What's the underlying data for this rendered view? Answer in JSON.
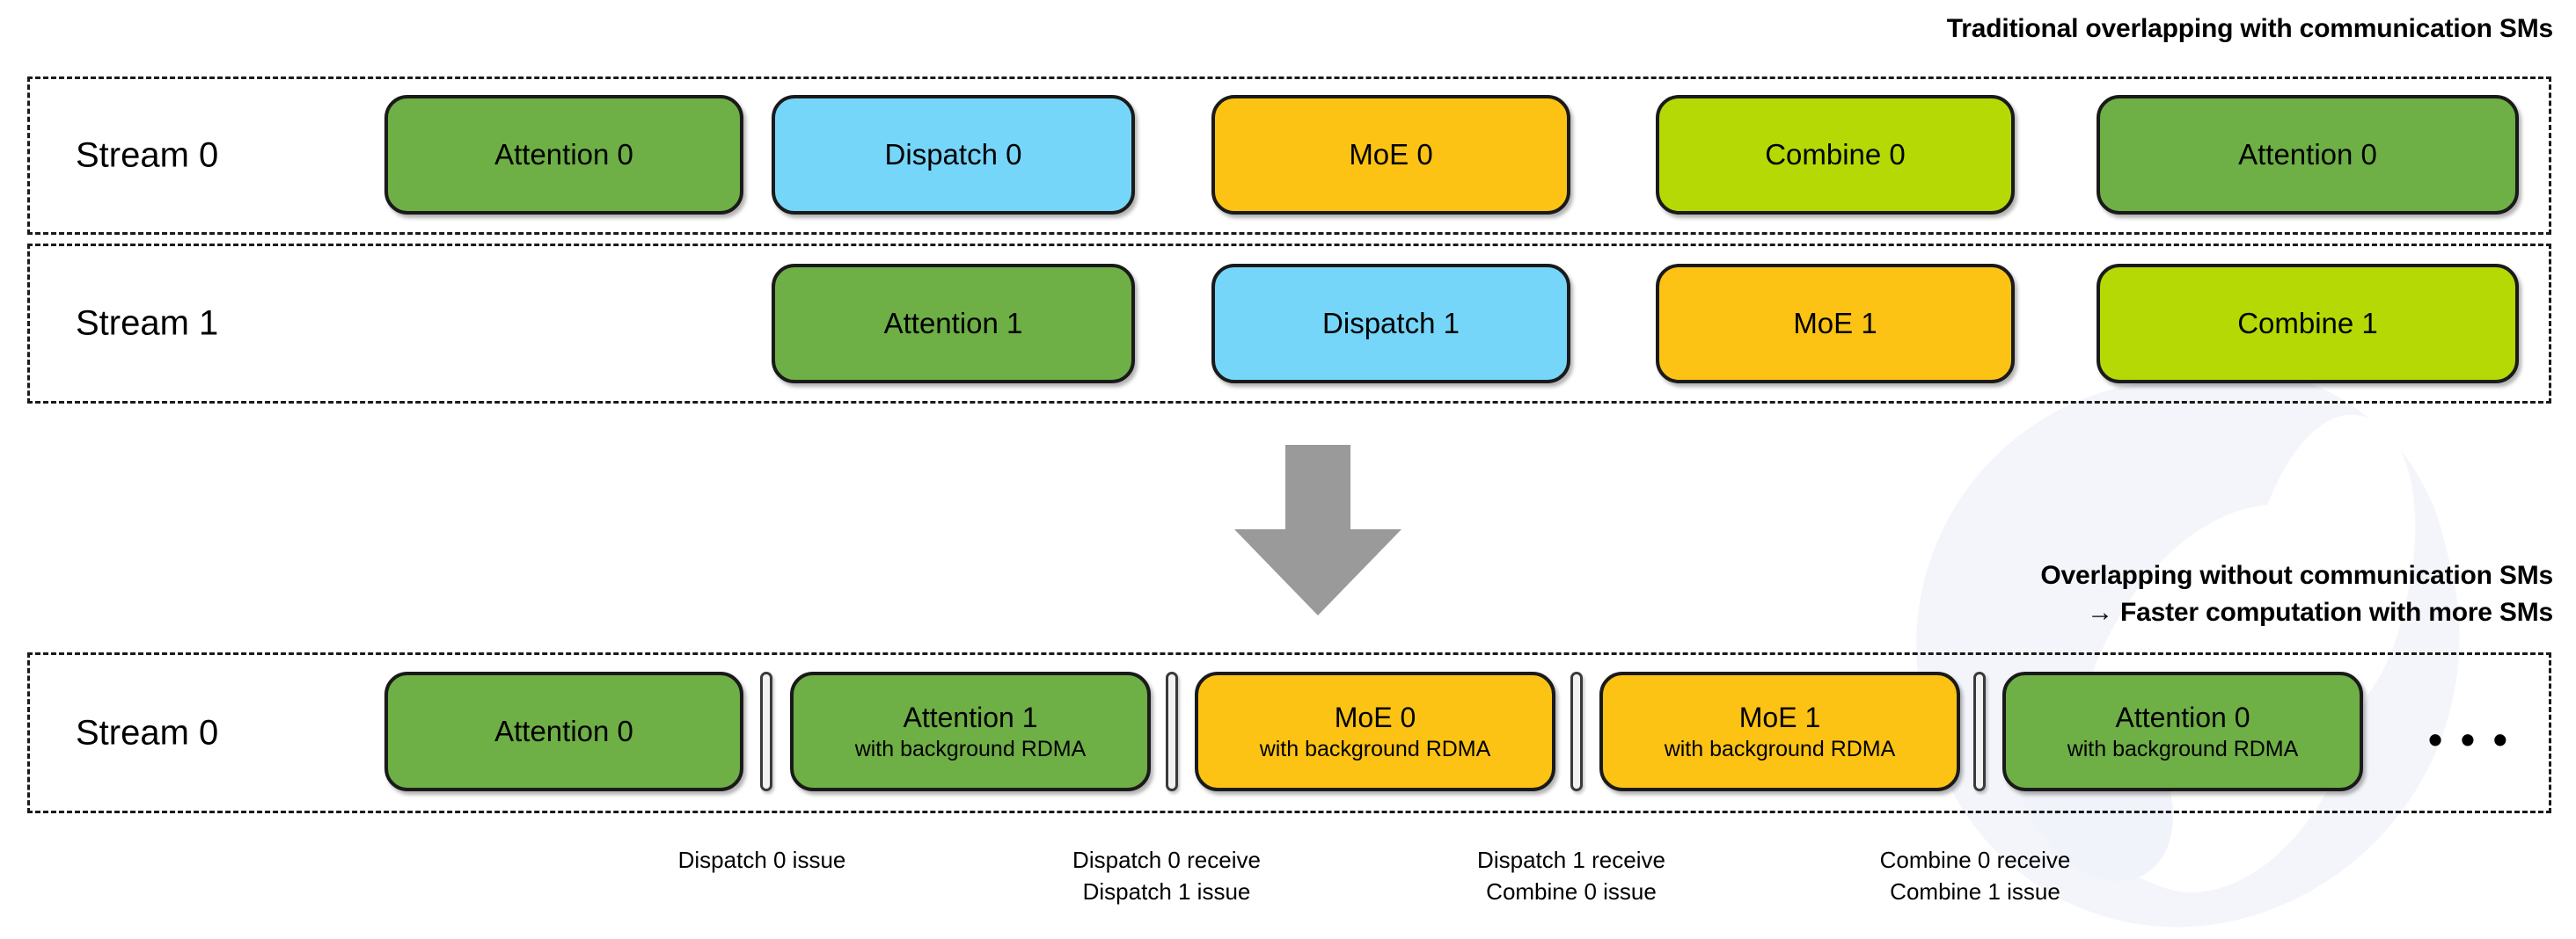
{
  "headings": {
    "top": "Traditional overlapping with communication SMs",
    "bottom_line1": "Overlapping without communication SMs",
    "bottom_line2": "→ Faster computation with more SMs"
  },
  "colors": {
    "attention": "#6EAF46",
    "dispatch": "#76D6F9",
    "moe": "#FCC314",
    "combine": "#B5D904",
    "outline": "#1A1A1A",
    "arrow": "#9A9A9A",
    "background": "#FFFFFF",
    "watermark": "#F4F5FB"
  },
  "traditional": {
    "rows": [
      {
        "label": "Stream 0",
        "boxes": [
          {
            "title": "Attention 0",
            "kind": "attention"
          },
          {
            "title": "Dispatch 0",
            "kind": "dispatch"
          },
          {
            "title": "MoE 0",
            "kind": "moe"
          },
          {
            "title": "Combine 0",
            "kind": "combine"
          },
          {
            "title": "Attention 0",
            "kind": "attention"
          }
        ]
      },
      {
        "label": "Stream 1",
        "boxes": [
          {
            "title": "Attention 1",
            "kind": "attention"
          },
          {
            "title": "Dispatch 1",
            "kind": "dispatch"
          },
          {
            "title": "MoE 1",
            "kind": "moe"
          },
          {
            "title": "Combine 1",
            "kind": "combine"
          }
        ]
      }
    ]
  },
  "optimized": {
    "row": {
      "label": "Stream 0",
      "boxes": [
        {
          "title": "Attention 0",
          "subtitle": "",
          "kind": "attention"
        },
        {
          "title": "Attention 1",
          "subtitle": "with background RDMA",
          "kind": "attention"
        },
        {
          "title": "MoE 0",
          "subtitle": "with background RDMA",
          "kind": "moe"
        },
        {
          "title": "MoE 1",
          "subtitle": "with background RDMA",
          "kind": "moe"
        },
        {
          "title": "Attention 0",
          "subtitle": "with background RDMA",
          "kind": "attention"
        }
      ],
      "ellipsis": "• • •"
    },
    "annotations": [
      {
        "lines": [
          "Dispatch 0 issue"
        ]
      },
      {
        "lines": [
          "Dispatch 0 receive",
          "Dispatch 1 issue"
        ]
      },
      {
        "lines": [
          "Dispatch 1 receive",
          "Combine 0 issue"
        ]
      },
      {
        "lines": [
          "Combine 0 receive",
          "Combine 1 issue"
        ]
      }
    ]
  },
  "arrow": {
    "name": "down-arrow",
    "direction": "down"
  }
}
